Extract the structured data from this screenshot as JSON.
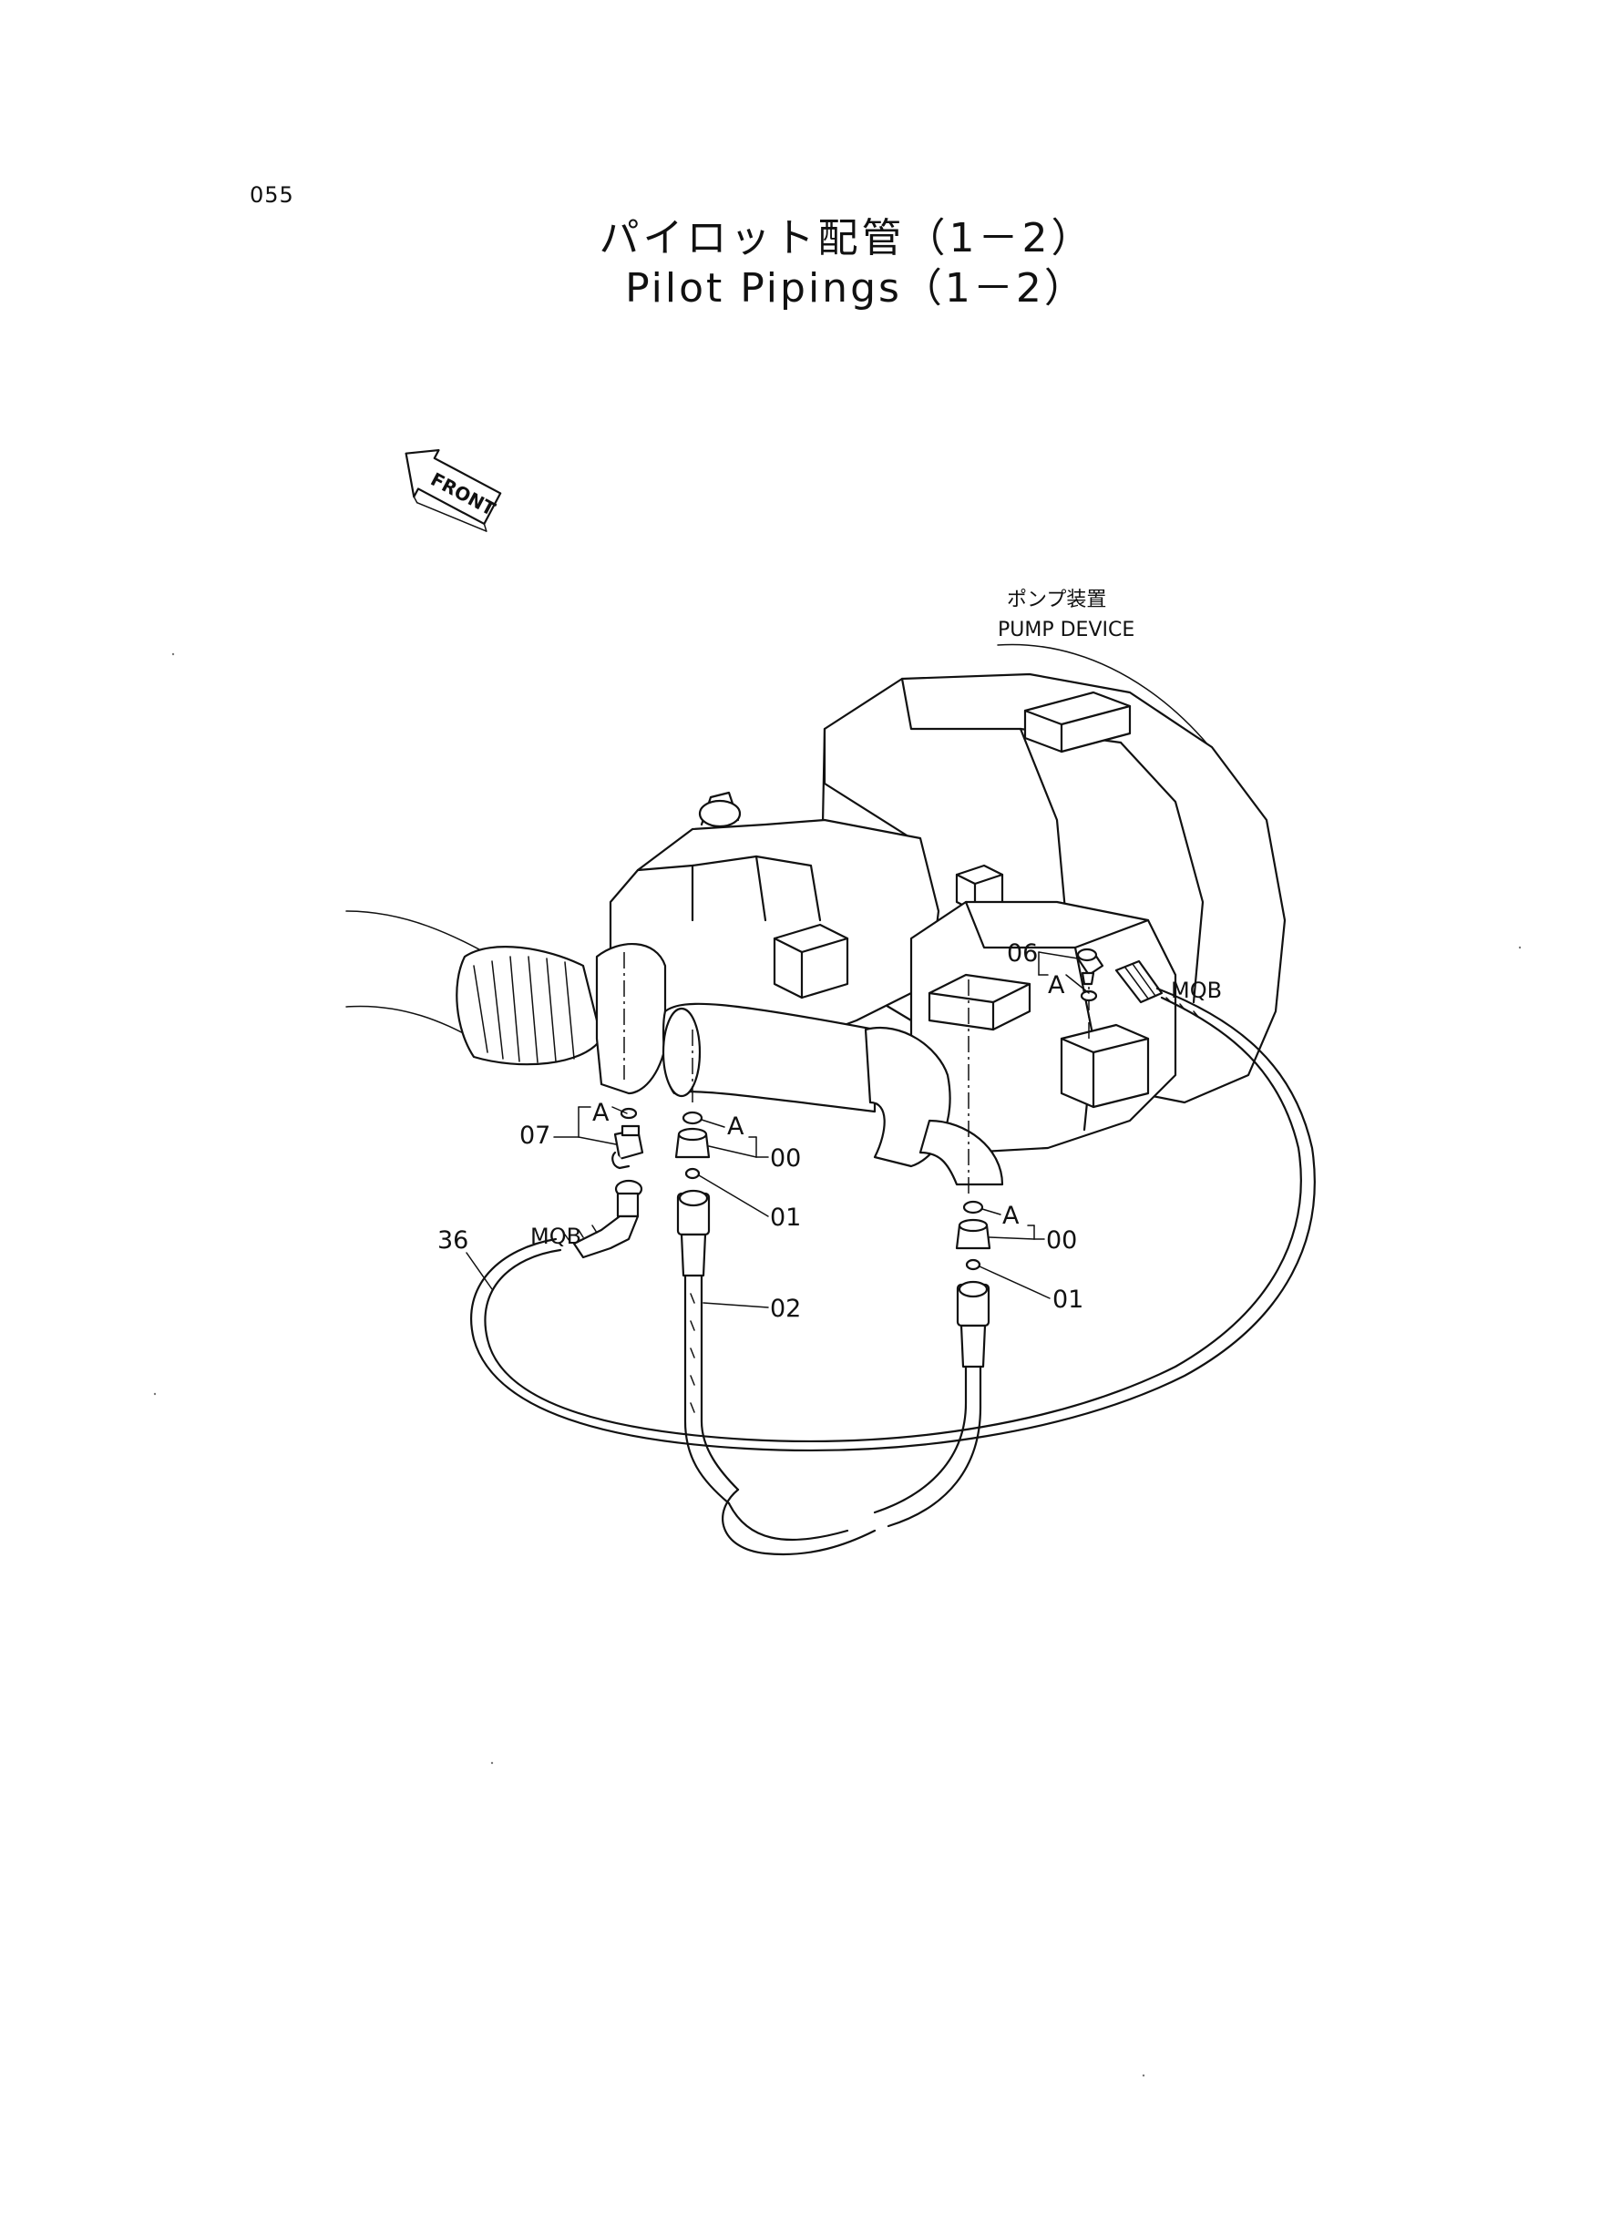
{
  "page_number": "055",
  "title_jp": "パイロット配管（1－2）",
  "title_en": "Pilot Pipings（1－2）",
  "front_label": "FRONT",
  "pump_label_jp": "ポンプ装置",
  "pump_label_en": "PUMP DEVICE",
  "callouts": {
    "c06": "06",
    "c07": "07",
    "c00_left": "00",
    "c01_left": "01",
    "c02": "02",
    "c36": "36",
    "c00_right": "00",
    "c01_right": "01",
    "mqb_top": "MQB",
    "mqb_left": "MQB",
    "a1": "A",
    "a2": "A",
    "a3": "A",
    "a4": "A"
  }
}
